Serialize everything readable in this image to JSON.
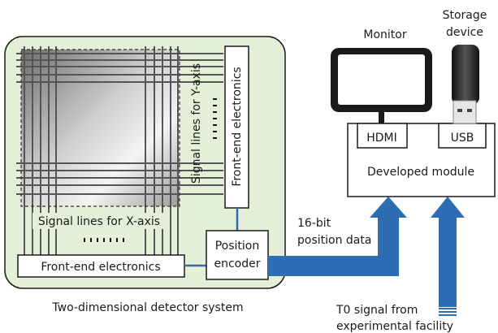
{
  "detector": {
    "signal_y_label": "Signal lines for Y-axis",
    "signal_x_label": "Signal lines for X-axis",
    "fe_vertical_label": "Front-end electronics",
    "fe_horizontal_label": "Front-end electronics",
    "encoder_line1": "Position",
    "encoder_line2": "encoder",
    "caption": "Two-dimensional detector system"
  },
  "module": {
    "label": "Developed module",
    "hdmi_label": "HDMI",
    "usb_label": "USB"
  },
  "devices": {
    "monitor_label": "Monitor",
    "storage_line1": "Storage",
    "storage_line2": "device"
  },
  "data_arrow": {
    "line1": "16-bit",
    "line2": "position data"
  },
  "t0": {
    "line1": "T0 signal from",
    "line2": "experimental facility"
  },
  "colors": {
    "detector_bg": "#e4efd8",
    "arrow_blue": "#2e6db4",
    "grid_line": "#555555"
  }
}
